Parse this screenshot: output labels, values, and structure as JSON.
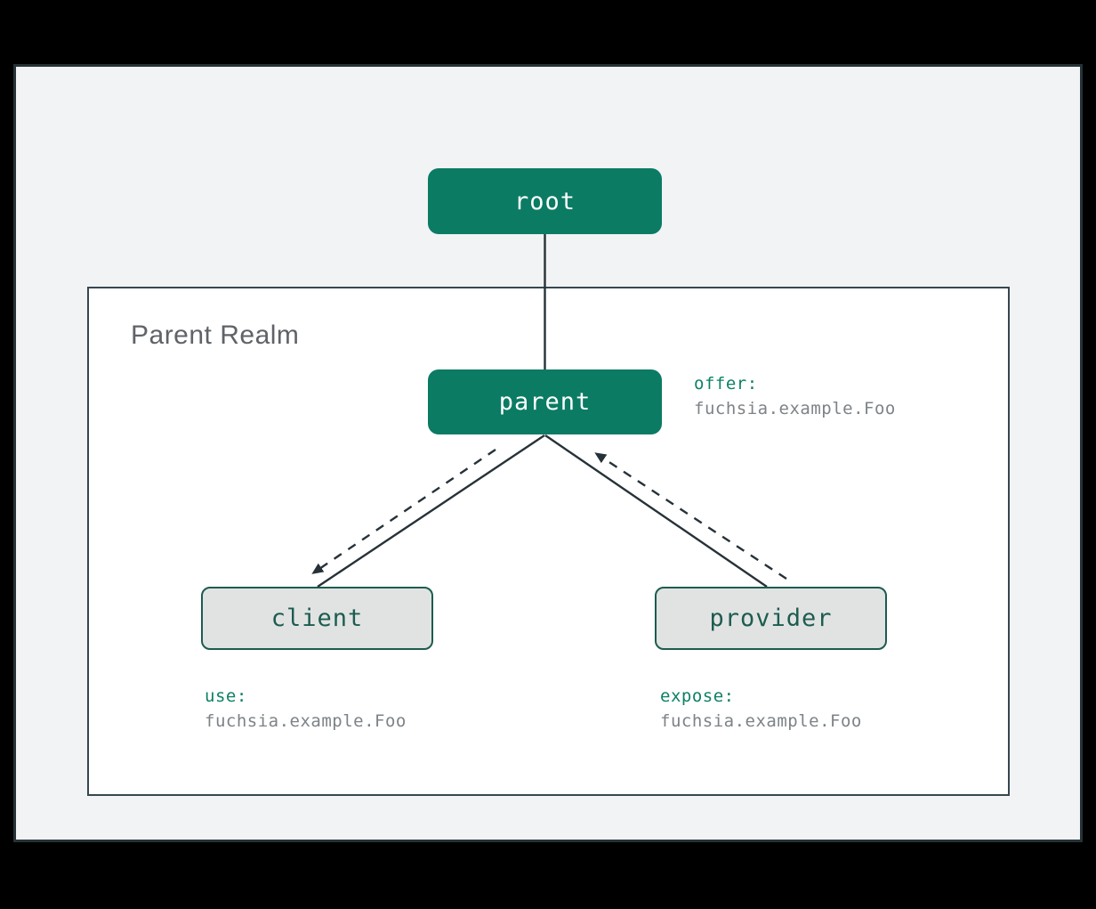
{
  "diagram": {
    "realm": {
      "label": "Parent Realm"
    },
    "nodes": {
      "root": {
        "label": "root"
      },
      "parent": {
        "label": "parent"
      },
      "client": {
        "label": "client"
      },
      "provider": {
        "label": "provider"
      }
    },
    "annotations": {
      "offer": {
        "keyword": "offer:",
        "value": "fuchsia.example.Foo"
      },
      "use": {
        "keyword": "use:",
        "value": "fuchsia.example.Foo"
      },
      "expose": {
        "keyword": "expose:",
        "value": "fuchsia.example.Foo"
      }
    },
    "colors": {
      "outer_bg": "#000000",
      "panel_bg": "#f1f3f4",
      "panel_border": "#263238",
      "realm_bg": "#ffffff",
      "realm_border": "#37474f",
      "realm_label_text": "#5f6368",
      "node_fill_primary": "#0b7b64",
      "node_text_primary": "#ffffff",
      "node_fill_secondary": "#e1e3e3",
      "node_border_secondary": "#1d5c4f",
      "node_text_secondary": "#1d5c4f",
      "keyword_text": "#0e8165",
      "value_text": "#7d8387",
      "line": "#263238"
    }
  }
}
